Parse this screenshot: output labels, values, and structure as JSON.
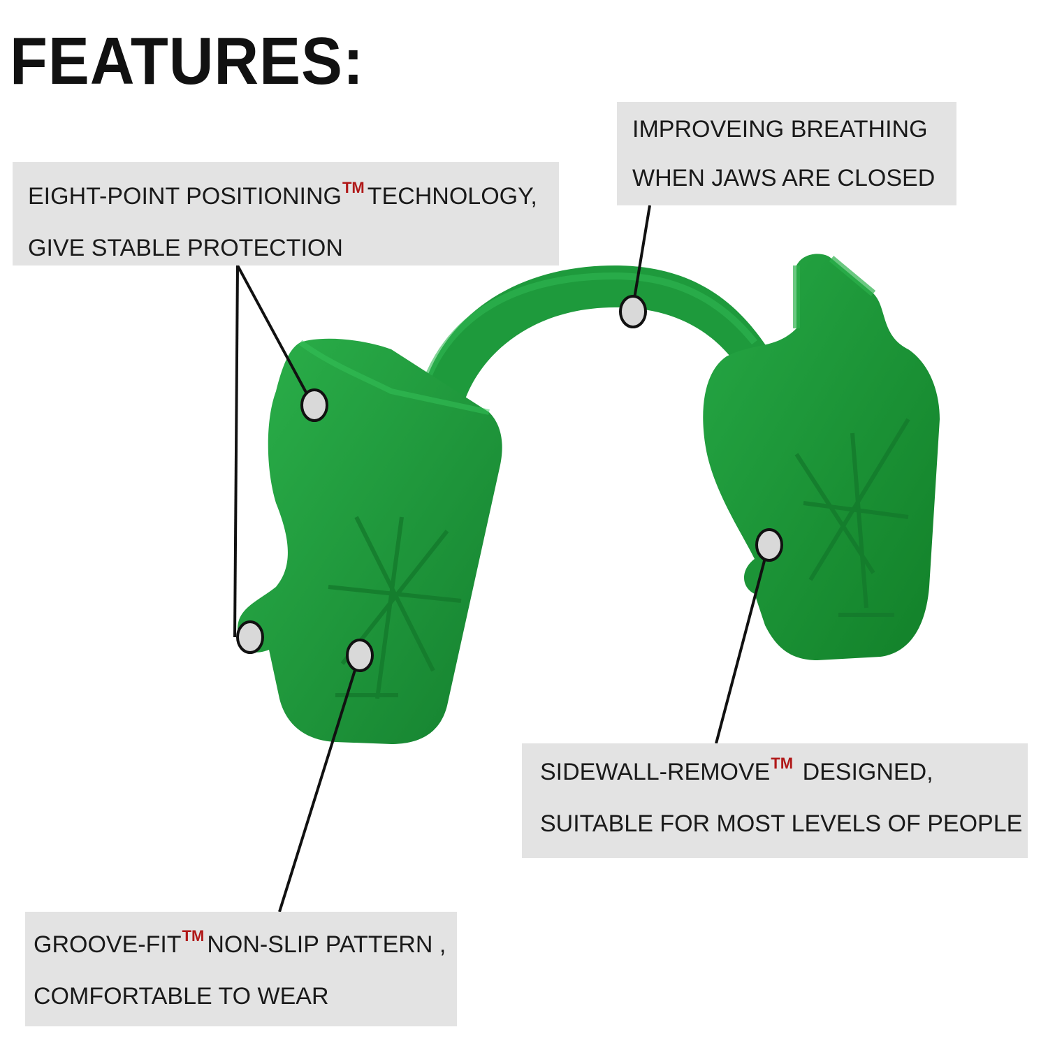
{
  "title": "FEATURES:",
  "tm_mark": "TM",
  "callouts": {
    "positioning": {
      "line1_a": "EIGHT-POINT POSITIONING",
      "line1_b": "TECHNOLOGY,",
      "line2": "GIVE STABLE PROTECTION"
    },
    "breathing": {
      "line1": "IMPROVEING BREATHING",
      "line2": "WHEN JAWS ARE CLOSED"
    },
    "sidewall": {
      "line1_a": "SIDEWALL-REMOVE",
      "line1_b": "DESIGNED,",
      "line2": "SUITABLE FOR MOST LEVELS OF PEOPLE"
    },
    "groove": {
      "line1_a": "GROOVE-FIT",
      "line1_b": "NON-SLIP PATTERN ,",
      "line2": "COMFORTABLE TO WEAR"
    }
  },
  "colors": {
    "product_green": "#1f9a3c",
    "product_dark": "#137a2b",
    "callout_bg": "#e3e3e3",
    "tm_red": "#b01818",
    "marker_fill": "#d9d9d9"
  }
}
